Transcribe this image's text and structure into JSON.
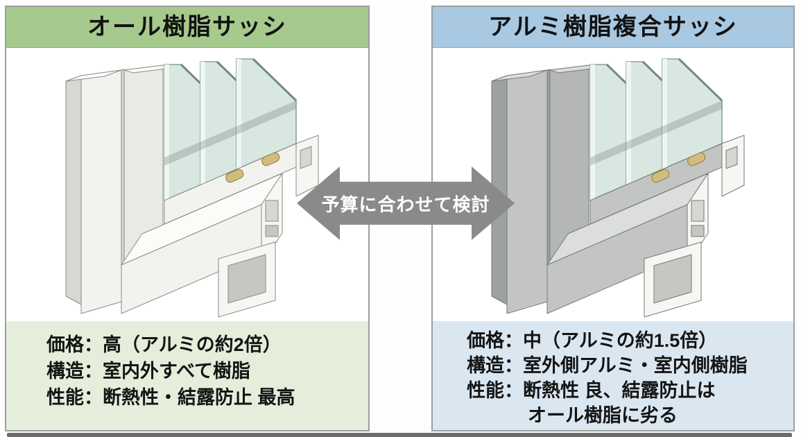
{
  "left_card": {
    "title": "オール樹脂サッシ",
    "specs": [
      "価格：高（アルミの約2倍）",
      "構造：室内外すべて樹脂",
      "性能：断熱性・結露防止 最高"
    ]
  },
  "right_card": {
    "title": "アルミ樹脂複合サッシ",
    "specs": [
      "価格：中（アルミの約1.5倍）",
      "構造：室外側アルミ・室内側樹脂",
      "性能：断熱性 良、結露防止は",
      "オール樹脂に劣る"
    ]
  },
  "arrow": {
    "label": "予算に合わせて検討"
  },
  "colors": {
    "card_border": "#9aa09e",
    "green_header": "#a6ca8d",
    "green_panel": "#e5eeda",
    "blue_header": "#a9c9e3",
    "blue_panel": "#dae7f1",
    "arrow_gray": "#8a8a8a",
    "shadow_bar": "#4c4c4a",
    "resin_frame": "#f2f2ef",
    "alu_frame": "#c2c5c4",
    "glass": "#d9e7e1",
    "spacer_gold": "#d2bc7d"
  }
}
